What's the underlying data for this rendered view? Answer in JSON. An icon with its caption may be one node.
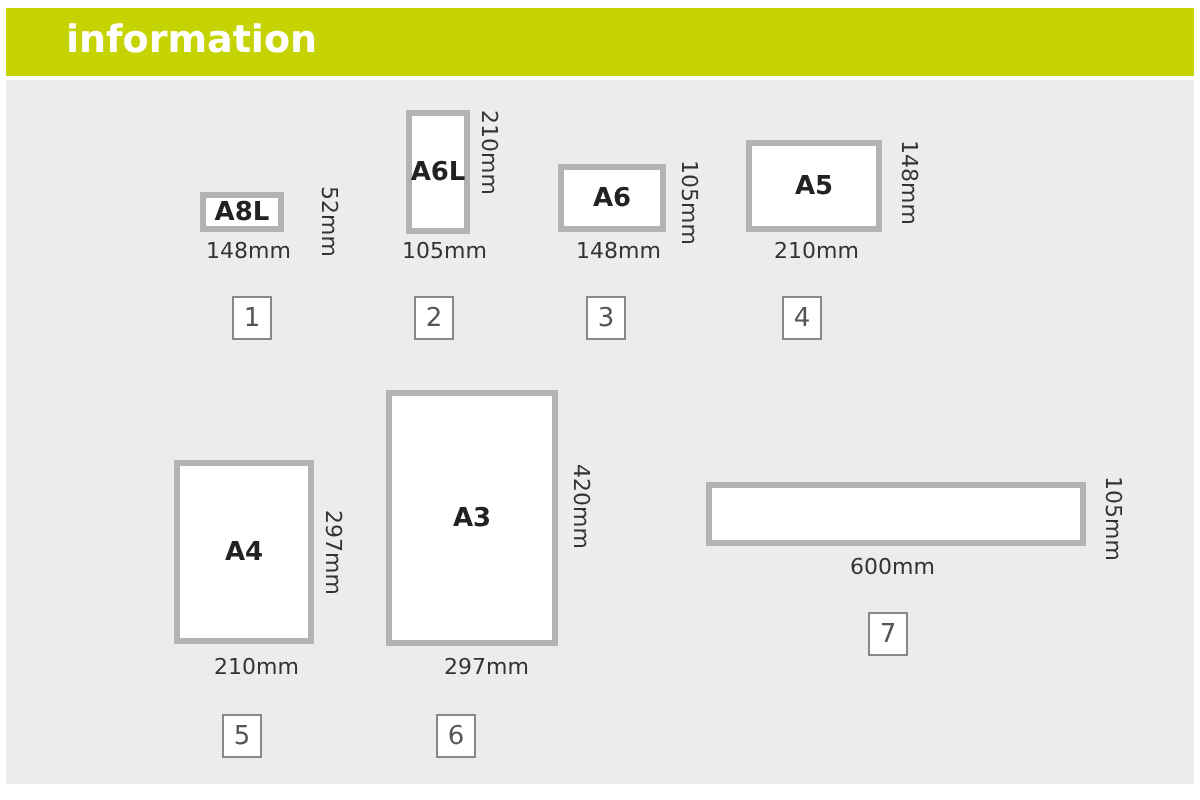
{
  "diagram": {
    "title": "information",
    "nodes": [
      {
        "text": [
          "A8L"
        ],
        "beside": [
          "148mm",
          "52mm"
        ]
      },
      {
        "text": [
          "A6L"
        ],
        "beside": [
          "105mm",
          "210mm"
        ]
      },
      {
        "text": [
          "A6"
        ],
        "beside": [
          "148mm",
          "105mm"
        ]
      },
      {
        "text": [
          "A5"
        ],
        "beside": [
          "210mm",
          "148mm"
        ]
      },
      {
        "text": [
          "1"
        ]
      },
      {
        "text": [
          "2"
        ]
      },
      {
        "text": [
          "3"
        ]
      },
      {
        "text": [
          "4"
        ]
      },
      {
        "text": [
          "A4"
        ],
        "beside": [
          "210mm",
          "297mm"
        ]
      },
      {
        "text": [
          "A3"
        ],
        "beside": [
          "297mm",
          "420mm"
        ]
      },
      {
        "text": [],
        "shape": "box",
        "beside": [
          "600mm",
          "105mm"
        ]
      },
      {
        "text": [
          "5"
        ]
      },
      {
        "text": [
          "6"
        ]
      },
      {
        "text": [
          "7"
        ]
      }
    ]
  }
}
